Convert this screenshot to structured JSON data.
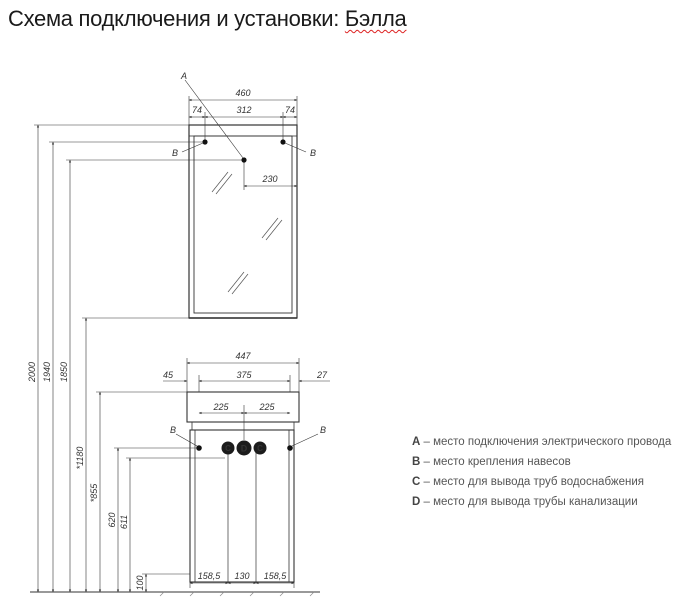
{
  "header": {
    "title_main": "Схема подключения и установки: ",
    "title_name": "Бэлла"
  },
  "callouts": {
    "a": "A",
    "b": "B",
    "c": "C",
    "d": "D"
  },
  "mirror": {
    "width_total": "460",
    "side_left": "74",
    "inner_width": "312",
    "side_right": "74",
    "offset_a": "230"
  },
  "cabinet": {
    "width_total": "447",
    "side_left": "45",
    "inner_width": "375",
    "side_right": "27",
    "half_left": "225",
    "half_right": "225",
    "bottom_left": "158,5",
    "bottom_center": "130",
    "bottom_right": "158,5"
  },
  "heights": {
    "h2000": "2000",
    "h1940": "1940",
    "h1850": "1850",
    "h1180": "*1180",
    "h855": "*855",
    "h620": "620",
    "h611": "611",
    "h100": "100"
  },
  "legend": [
    {
      "key": "A",
      "text": " – место подключения электрического провода"
    },
    {
      "key": "B",
      "text": " – место крепления навесов"
    },
    {
      "key": "C",
      "text": " – место для вывода труб водоснабжения"
    },
    {
      "key": "D",
      "text": " – место для вывода трубы канализации"
    }
  ]
}
